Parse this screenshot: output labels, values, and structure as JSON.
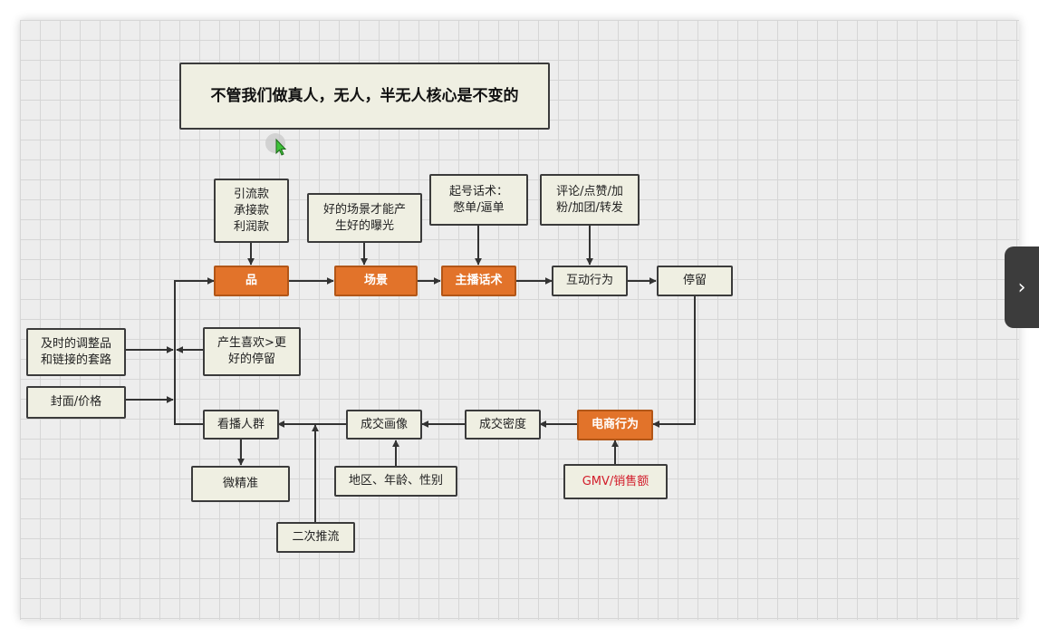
{
  "diagram": {
    "title": "不管我们做真人，无人，半无人核心是不变的",
    "nodes": {
      "pin": "品",
      "changjing": "场景",
      "zhubo": "主播话术",
      "hudong": "互动行为",
      "tingliu": "停留",
      "dianshang": "电商行为",
      "chengjiao_midu": "成交密度",
      "chengjiao_huaxiang": "成交画像",
      "kanbo": "看播人群",
      "weijingzhun": "微精准",
      "erci": "二次推流",
      "diqu": "地区、年龄、性别",
      "gmv": "GMV/销售额",
      "chansheng": "产生喜欢>更\n好的停留",
      "jishi": "及时的调整品\n和链接的套路",
      "fengmian": "封面/价格",
      "yinliu": "引流款\n承接款\n利润款",
      "haochangjing": "好的场景才能产\n生好的曝光",
      "qihao": "起号话术：\n憋单/逼单",
      "pinglun": "评论/点赞/加\n粉/加团/转发"
    }
  },
  "ui": {
    "side_tab_glyph": "›",
    "cursor_icon": "pointer-arrow-icon"
  },
  "colors": {
    "highlight_fill": "#e2732a",
    "box_fill": "#efefe2",
    "gmv_text": "#d21c2a"
  }
}
